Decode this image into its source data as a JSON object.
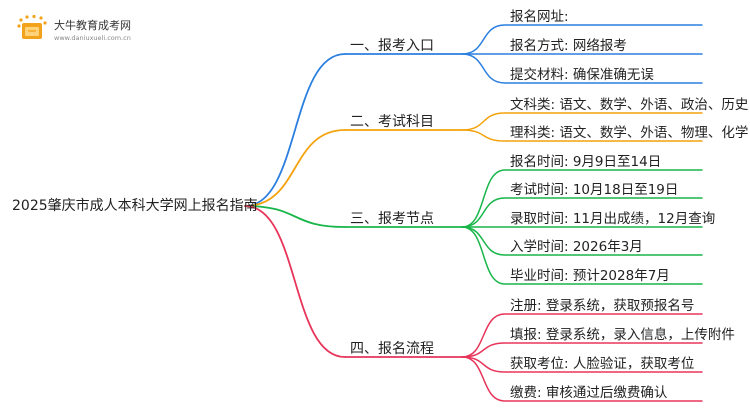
{
  "logo": {
    "name": "大牛教育成考网",
    "url": "www.daniuxueli.com.cn"
  },
  "root": {
    "label": "2025肇庆市成人本科大学网上报名指南"
  },
  "branches": [
    {
      "label": "一、报考入口",
      "color": "#2b7fe0",
      "children": [
        "报名网址:",
        "报名方式: 网络报考",
        "提交材料: 确保准确无误"
      ]
    },
    {
      "label": "二、考试科目",
      "color": "#f4a20a",
      "children": [
        "文科类: 语文、数学、外语、政治、历史",
        "理科类: 语文、数学、外语、物理、化学"
      ]
    },
    {
      "label": "三、报考节点",
      "color": "#19b64a",
      "children": [
        "报名时间: 9月9日至14日",
        "考试时间: 10月18日至19日",
        "录取时间: 11月出成绩，12月查询",
        "入学时间: 2026年3月",
        "毕业时间: 预计2028年7月"
      ]
    },
    {
      "label": "四、报名流程",
      "color": "#e8355a",
      "children": [
        "注册: 登录系统，获取预报名号",
        "填报: 登录系统，录入信息，上传附件",
        "获取考位: 人脸验证，获取考位",
        "缴费: 审核通过后缴费确认"
      ]
    }
  ]
}
